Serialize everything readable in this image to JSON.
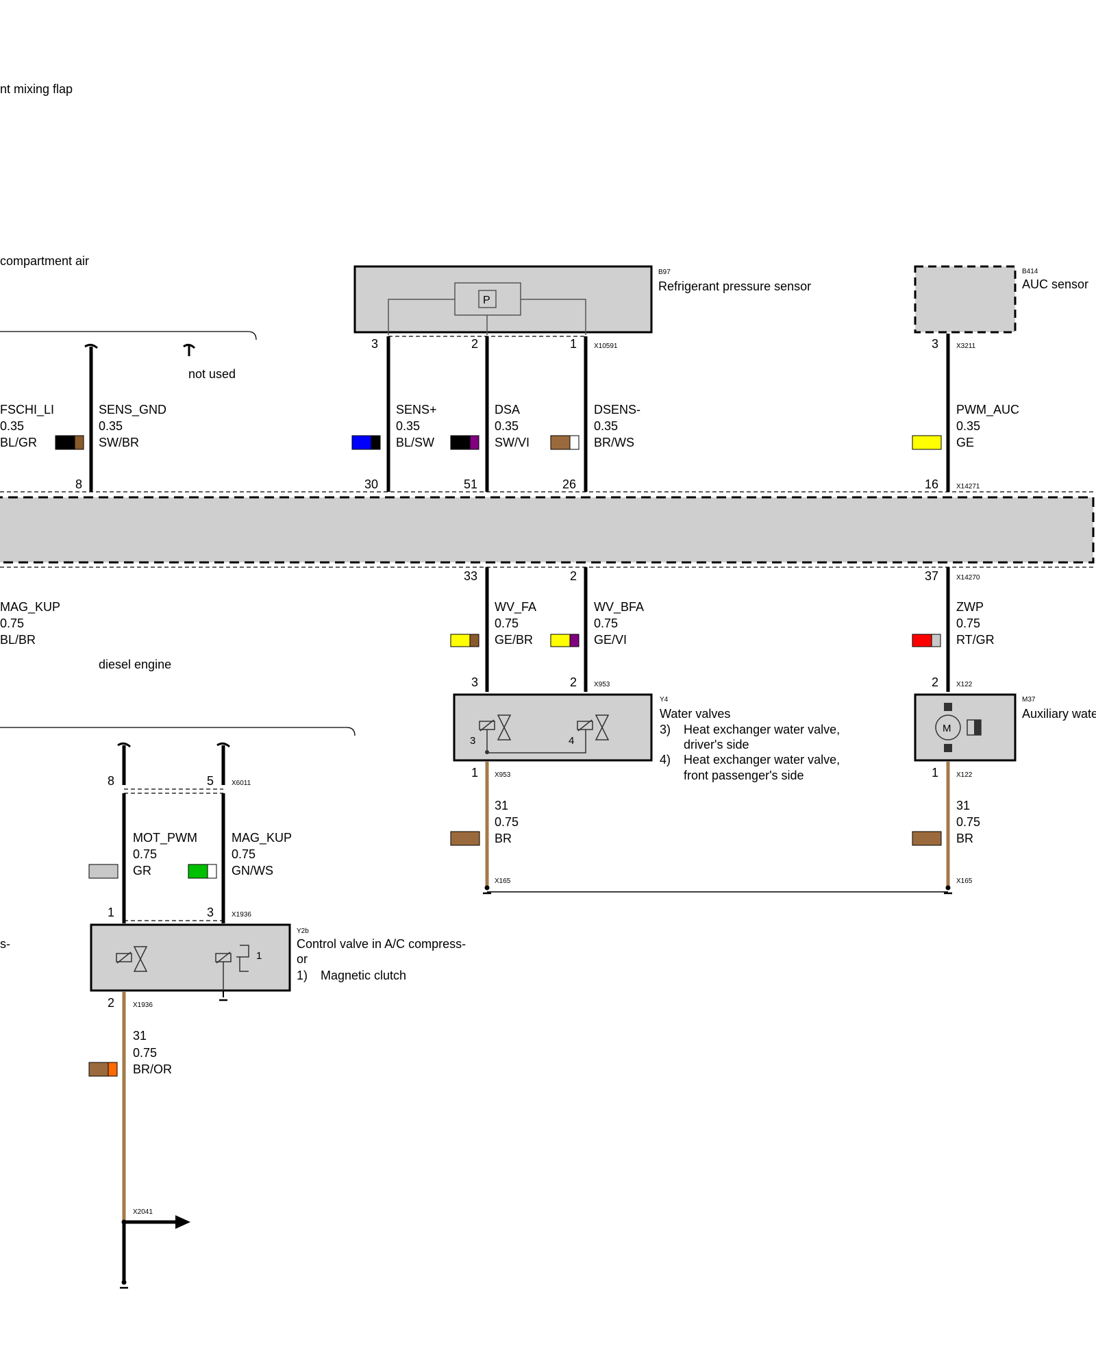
{
  "labels": {
    "top_partial": "nt mixing flap",
    "compartment_partial": "compartment air",
    "not_used": "not used",
    "diesel_engine": "diesel engine",
    "compress_partial": "s-"
  },
  "components": {
    "b97": {
      "code": "B97",
      "name": "Refrigerant pressure sensor",
      "connector": "X10591",
      "symbol": "P"
    },
    "b414": {
      "code": "B414",
      "name": "AUC sensor",
      "connector": "X3211"
    },
    "y4": {
      "code": "Y4",
      "title": "Water valves",
      "item3_num": "3)",
      "item3_l1": "Heat exchanger water valve,",
      "item3_l2": "driver's side",
      "item4_num": "4)",
      "item4_l1": "Heat exchanger water valve,",
      "item4_l2": "front passenger's side",
      "connector_top": "X953",
      "connector_bottom": "X953",
      "inner3": "3",
      "inner4": "4"
    },
    "m37": {
      "code": "M37",
      "name": "Auxiliary wate",
      "connector_top": "X122",
      "connector_bottom": "X122",
      "symbol": "M"
    },
    "y2b": {
      "code": "Y2b",
      "name_l1": "Control valve in A/C compress-",
      "name_l2": "or",
      "item1_num": "1)",
      "item1": "Magnetic clutch",
      "connector_top": "X1936",
      "connector_bottom": "X1936",
      "inner1": "1"
    },
    "module": {
      "connector_top": "X14271",
      "connector_bottom": "X14270"
    }
  },
  "connectors": {
    "x6011": "X6011",
    "x165_a": "X165",
    "x165_b": "X165",
    "x2041": "X2041"
  },
  "pins": {
    "b97_3": "3",
    "b97_2": "2",
    "b97_1": "1",
    "b414_3": "3",
    "m_8": "8",
    "m_30": "30",
    "m_51": "51",
    "m_26": "26",
    "m_16": "16",
    "m_33": "33",
    "m_2": "2",
    "m_37": "37",
    "y4_3": "3",
    "y4_2": "2",
    "y4_1": "1",
    "m37_2": "2",
    "m37_1": "1",
    "x6011_8": "8",
    "x6011_5": "5",
    "y2b_1": "1",
    "y2b_3": "3",
    "y2b_2": "2"
  },
  "wires": {
    "fschi": {
      "name": "FSCHI_LI",
      "size": "0.35",
      "color": "BL/GR",
      "c1": "#000000",
      "c2": "#8B5A2B"
    },
    "sens_gnd": {
      "name": "SENS_GND",
      "size": "0.35",
      "color": "SW/BR"
    },
    "sens_plus": {
      "name": "SENS+",
      "size": "0.35",
      "color": "BL/SW",
      "c1": "#0000ff",
      "c2": "#000000"
    },
    "dsa": {
      "name": "DSA",
      "size": "0.35",
      "color": "SW/VI",
      "c1": "#000000",
      "c2": "#800080"
    },
    "dsens": {
      "name": "DSENS-",
      "size": "0.35",
      "color": "BR/WS",
      "c1": "#9b6a3c",
      "c2": "#ffffff"
    },
    "pwm_auc": {
      "name": "PWM_AUC",
      "size": "0.35",
      "color": "GE",
      "c1": "#ffff00"
    },
    "mag_kup_l": {
      "name": "MAG_KUP",
      "size": "0.75",
      "color": "BL/BR"
    },
    "wv_fa": {
      "name": "WV_FA",
      "size": "0.75",
      "color": "GE/BR",
      "c1": "#ffff00",
      "c2": "#8B5A2B"
    },
    "wv_bfa": {
      "name": "WV_BFA",
      "size": "0.75",
      "color": "GE/VI",
      "c1": "#ffff00",
      "c2": "#800080"
    },
    "zwp": {
      "name": "ZWP",
      "size": "0.75",
      "color": "RT/GR",
      "c1": "#ff0000",
      "c2": "#c8c8c8"
    },
    "gnd_y4": {
      "name": "31",
      "size": "0.75",
      "color": "BR",
      "c1": "#9b6a3c"
    },
    "gnd_m37": {
      "name": "31",
      "size": "0.75",
      "color": "BR",
      "c1": "#9b6a3c"
    },
    "mot_pwm": {
      "name": "MOT_PWM",
      "size": "0.75",
      "color": "GR",
      "c1": "#c8c8c8"
    },
    "mag_kup": {
      "name": "MAG_KUP",
      "size": "0.75",
      "color": "GN/WS",
      "c1": "#00c000",
      "c2": "#ffffff"
    },
    "gnd_y2b": {
      "name": "31",
      "size": "0.75",
      "color": "BR/OR",
      "c1": "#9b6a3c",
      "c2": "#ff6a00"
    }
  },
  "colors": {
    "module_fill": "#cfcfcf",
    "component_fill": "#d0d0d0",
    "brown_wire": "#a57a4a"
  }
}
